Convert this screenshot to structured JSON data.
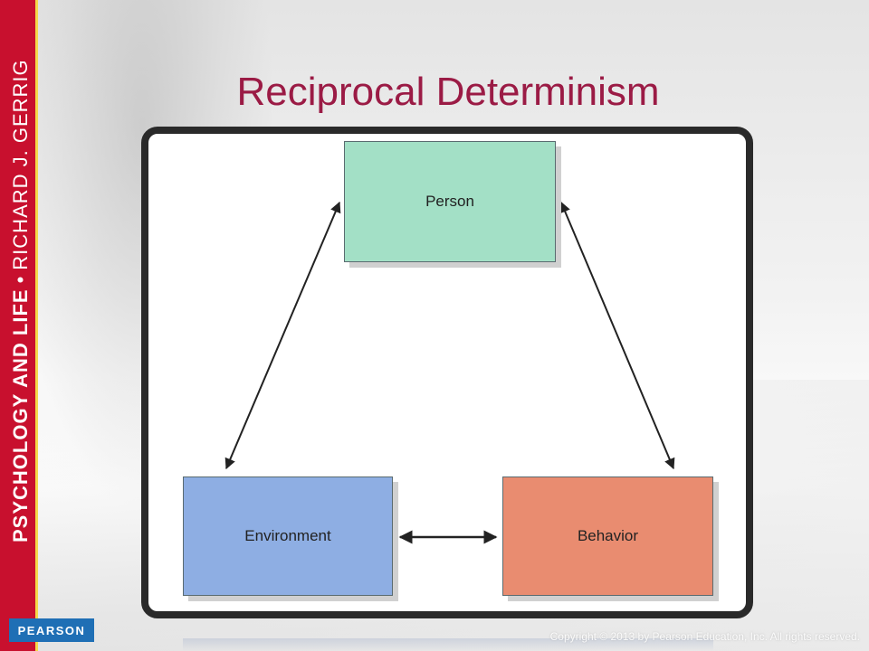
{
  "slide": {
    "title": "Reciprocal Determinism",
    "copyright": "Copyright © 2013 by Pearson Education, Inc. All rights reserved."
  },
  "sidebar": {
    "book_title": "PSYCHOLOGY AND LIFE",
    "separator": "•",
    "author": "RICHARD J. GERRIG",
    "publisher_logo": "PEARSON"
  },
  "diagram": {
    "nodes": [
      {
        "id": "person",
        "label": "Person",
        "color": "#a3e0c6"
      },
      {
        "id": "environment",
        "label": "Environment",
        "color": "#8eaee3"
      },
      {
        "id": "behavior",
        "label": "Behavior",
        "color": "#e98c70"
      }
    ],
    "edges": [
      {
        "from": "person",
        "to": "environment",
        "direction": "both"
      },
      {
        "from": "person",
        "to": "behavior",
        "direction": "both"
      },
      {
        "from": "environment",
        "to": "behavior",
        "direction": "both"
      }
    ]
  },
  "colors": {
    "band": "#c8102e",
    "title": "#9b1b45",
    "logo": "#1f6fb5"
  }
}
